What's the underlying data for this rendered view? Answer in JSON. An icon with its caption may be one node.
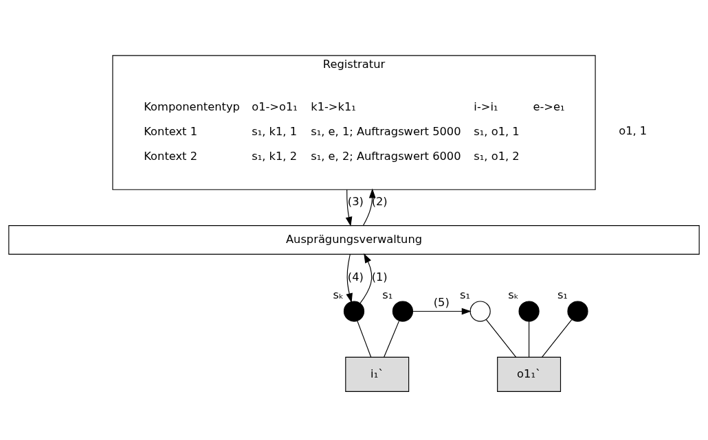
{
  "diagram": {
    "nodes": [
      {
        "text": [
          "Registratur"
        ]
      },
      {
        "text": [
          "Ausprägungsverwaltung"
        ]
      },
      {
        "text": [],
        "shape": "circle",
        "beside": [
          "sₖ"
        ]
      },
      {
        "text": [],
        "shape": "circle",
        "beside": [
          "s₁"
        ]
      },
      {
        "text": [],
        "shape": "circle",
        "beside": [
          "s₁"
        ]
      },
      {
        "text": [],
        "shape": "circle",
        "beside": [
          "sₖ"
        ]
      },
      {
        "text": [],
        "shape": "circle",
        "beside": [
          "s₁"
        ]
      },
      {
        "text": [
          "i₁`"
        ]
      },
      {
        "text": [
          "o1₁`"
        ]
      }
    ],
    "edges": [
      {
        "from": 1,
        "to": 0,
        "arrow": "to",
        "label": "(2)"
      },
      {
        "from": 0,
        "to": 1,
        "arrow": "to",
        "label": "(3)"
      },
      {
        "from": 2,
        "to": 1,
        "arrow": "to",
        "label": "(1)"
      },
      {
        "from": 1,
        "to": 2,
        "arrow": "to",
        "label": "(4)"
      },
      {
        "from": 3,
        "to": 4,
        "arrow": "to",
        "label": "(5)"
      },
      {
        "from": 2,
        "to": 7,
        "arrow": "none"
      },
      {
        "from": 3,
        "to": 7,
        "arrow": "none"
      },
      {
        "from": 4,
        "to": 8,
        "arrow": "none"
      },
      {
        "from": 5,
        "to": 8,
        "arrow": "none"
      },
      {
        "from": 6,
        "to": 8,
        "arrow": "none"
      }
    ],
    "labels": [
      "Komponententyp",
      "o1->o1₁",
      "k1->k1₁",
      "i->i₁",
      "e->e₁",
      "Kontext 1",
      "s₁, k1, 1",
      "s₁, e, 1; Auftragswert 5000",
      "s₁, o1, 1",
      "Kontext 2",
      "s₁, k1, 2",
      "s₁, e, 2; Auftragswert 6000",
      "s₁, o1, 2",
      "o1, 1"
    ]
  }
}
